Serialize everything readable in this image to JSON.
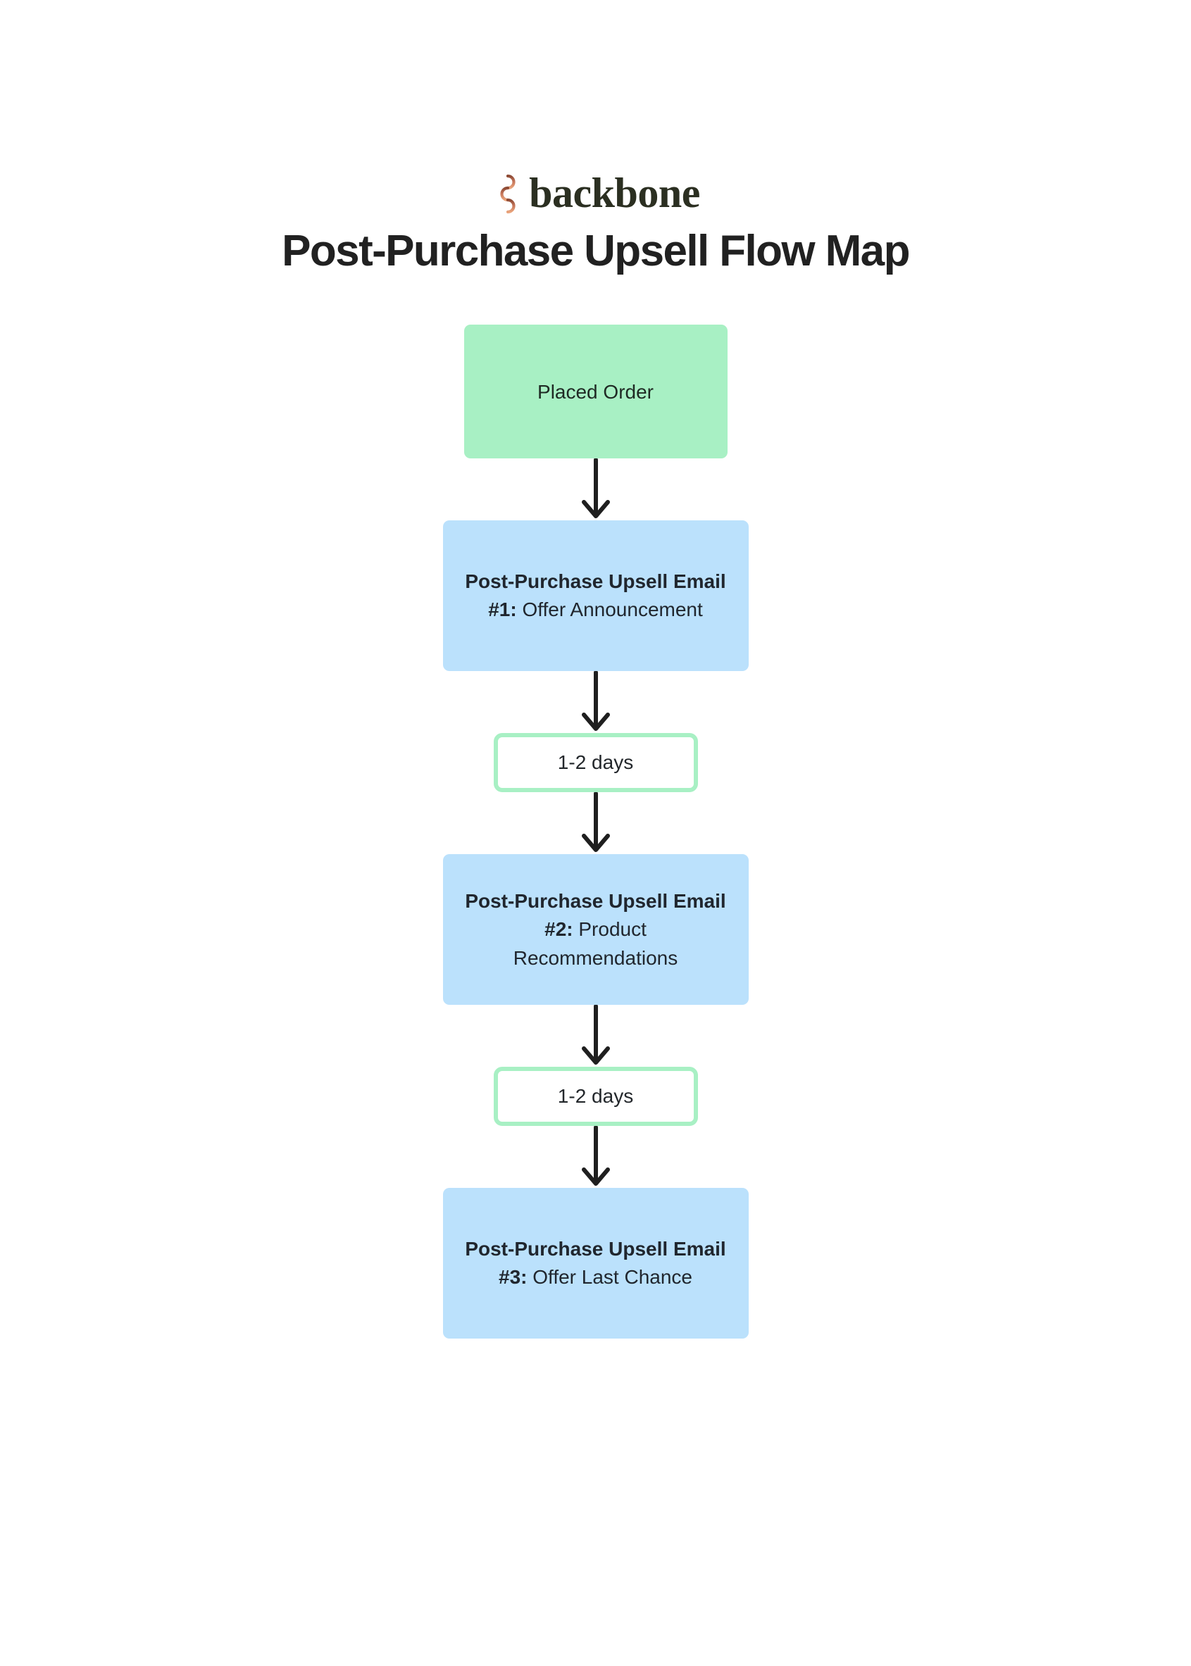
{
  "brand": {
    "logo_icon": "backbone-spine-logo-icon",
    "wordmark": "backbone",
    "logo_gradient_top": "#8d4a34",
    "logo_gradient_bottom": "#eaa47c",
    "wordmark_color": "#2b2f21"
  },
  "header": {
    "title": "Post-Purchase Upsell Flow Map",
    "title_color": "#212121"
  },
  "colors": {
    "trigger_fill": "#a8f0c4",
    "email_fill": "#bbe1fc",
    "delay_border": "#a8f0c4",
    "delay_fill": "#ffffff",
    "arrow": "#1f1f1f",
    "page_background": "#ffffff"
  },
  "flow": {
    "nodes": [
      {
        "id": "trigger",
        "type": "trigger",
        "label": "Placed Order"
      },
      {
        "id": "email-1",
        "type": "email",
        "title": "Post-Purchase Upsell Email #1:",
        "subtitle": "Offer Announcement"
      },
      {
        "id": "delay-1",
        "type": "delay",
        "label": "1-2 days"
      },
      {
        "id": "email-2",
        "type": "email",
        "title": "Post-Purchase Upsell Email #2:",
        "subtitle": " Product Recommendations"
      },
      {
        "id": "delay-2",
        "type": "delay",
        "label": "1-2 days"
      },
      {
        "id": "email-3",
        "type": "email",
        "title": "Post-Purchase Upsell Email #3:",
        "subtitle": " Offer Last Chance"
      }
    ],
    "connectors": [
      {
        "id": "arrow-1",
        "from": "trigger",
        "to": "email-1"
      },
      {
        "id": "arrow-2",
        "from": "email-1",
        "to": "delay-1"
      },
      {
        "id": "arrow-3",
        "from": "delay-1",
        "to": "email-2"
      },
      {
        "id": "arrow-4",
        "from": "email-2",
        "to": "delay-2"
      },
      {
        "id": "arrow-5",
        "from": "delay-2",
        "to": "email-3"
      }
    ]
  }
}
